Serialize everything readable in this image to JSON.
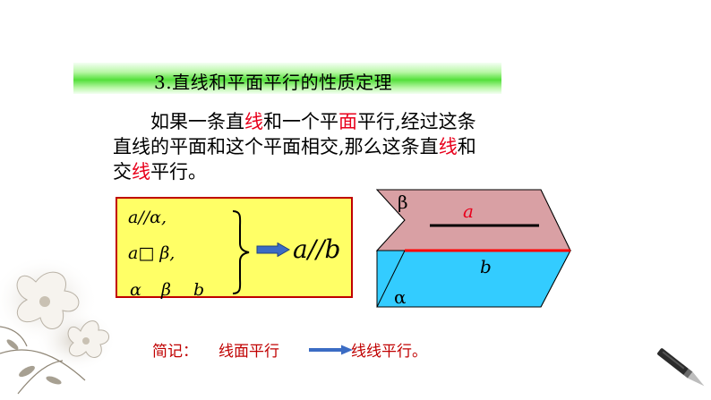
{
  "title": "3.直线和平面平行的性质定理",
  "theorem": {
    "line1": [
      "如果一条直",
      "线",
      "和一个平",
      "面",
      "平行,经过这条"
    ],
    "line2": [
      "直线的平面和这个平面相交,那么这条直",
      "线",
      "和"
    ],
    "line3": [
      "交",
      "线",
      "平行。"
    ]
  },
  "formula": {
    "line1": "a//α,",
    "line2": "a□ β,",
    "line3_a": "α",
    "line3_b": "β",
    "line3_c": "b",
    "conclusion": "a//b"
  },
  "diagram": {
    "beta": "β",
    "a": "a",
    "b": "b",
    "alpha": "α"
  },
  "summary": {
    "label": "简记：",
    "from": "线面平行",
    "to": "线线平行。"
  },
  "colors": {
    "highlight_red": "#e8001c",
    "box_fill": "#ffff66",
    "box_border": "#c00000",
    "plane_beta": "#d9a0a4",
    "plane_alpha": "#33ccff",
    "arrow_blue": "#3b6cc4"
  }
}
